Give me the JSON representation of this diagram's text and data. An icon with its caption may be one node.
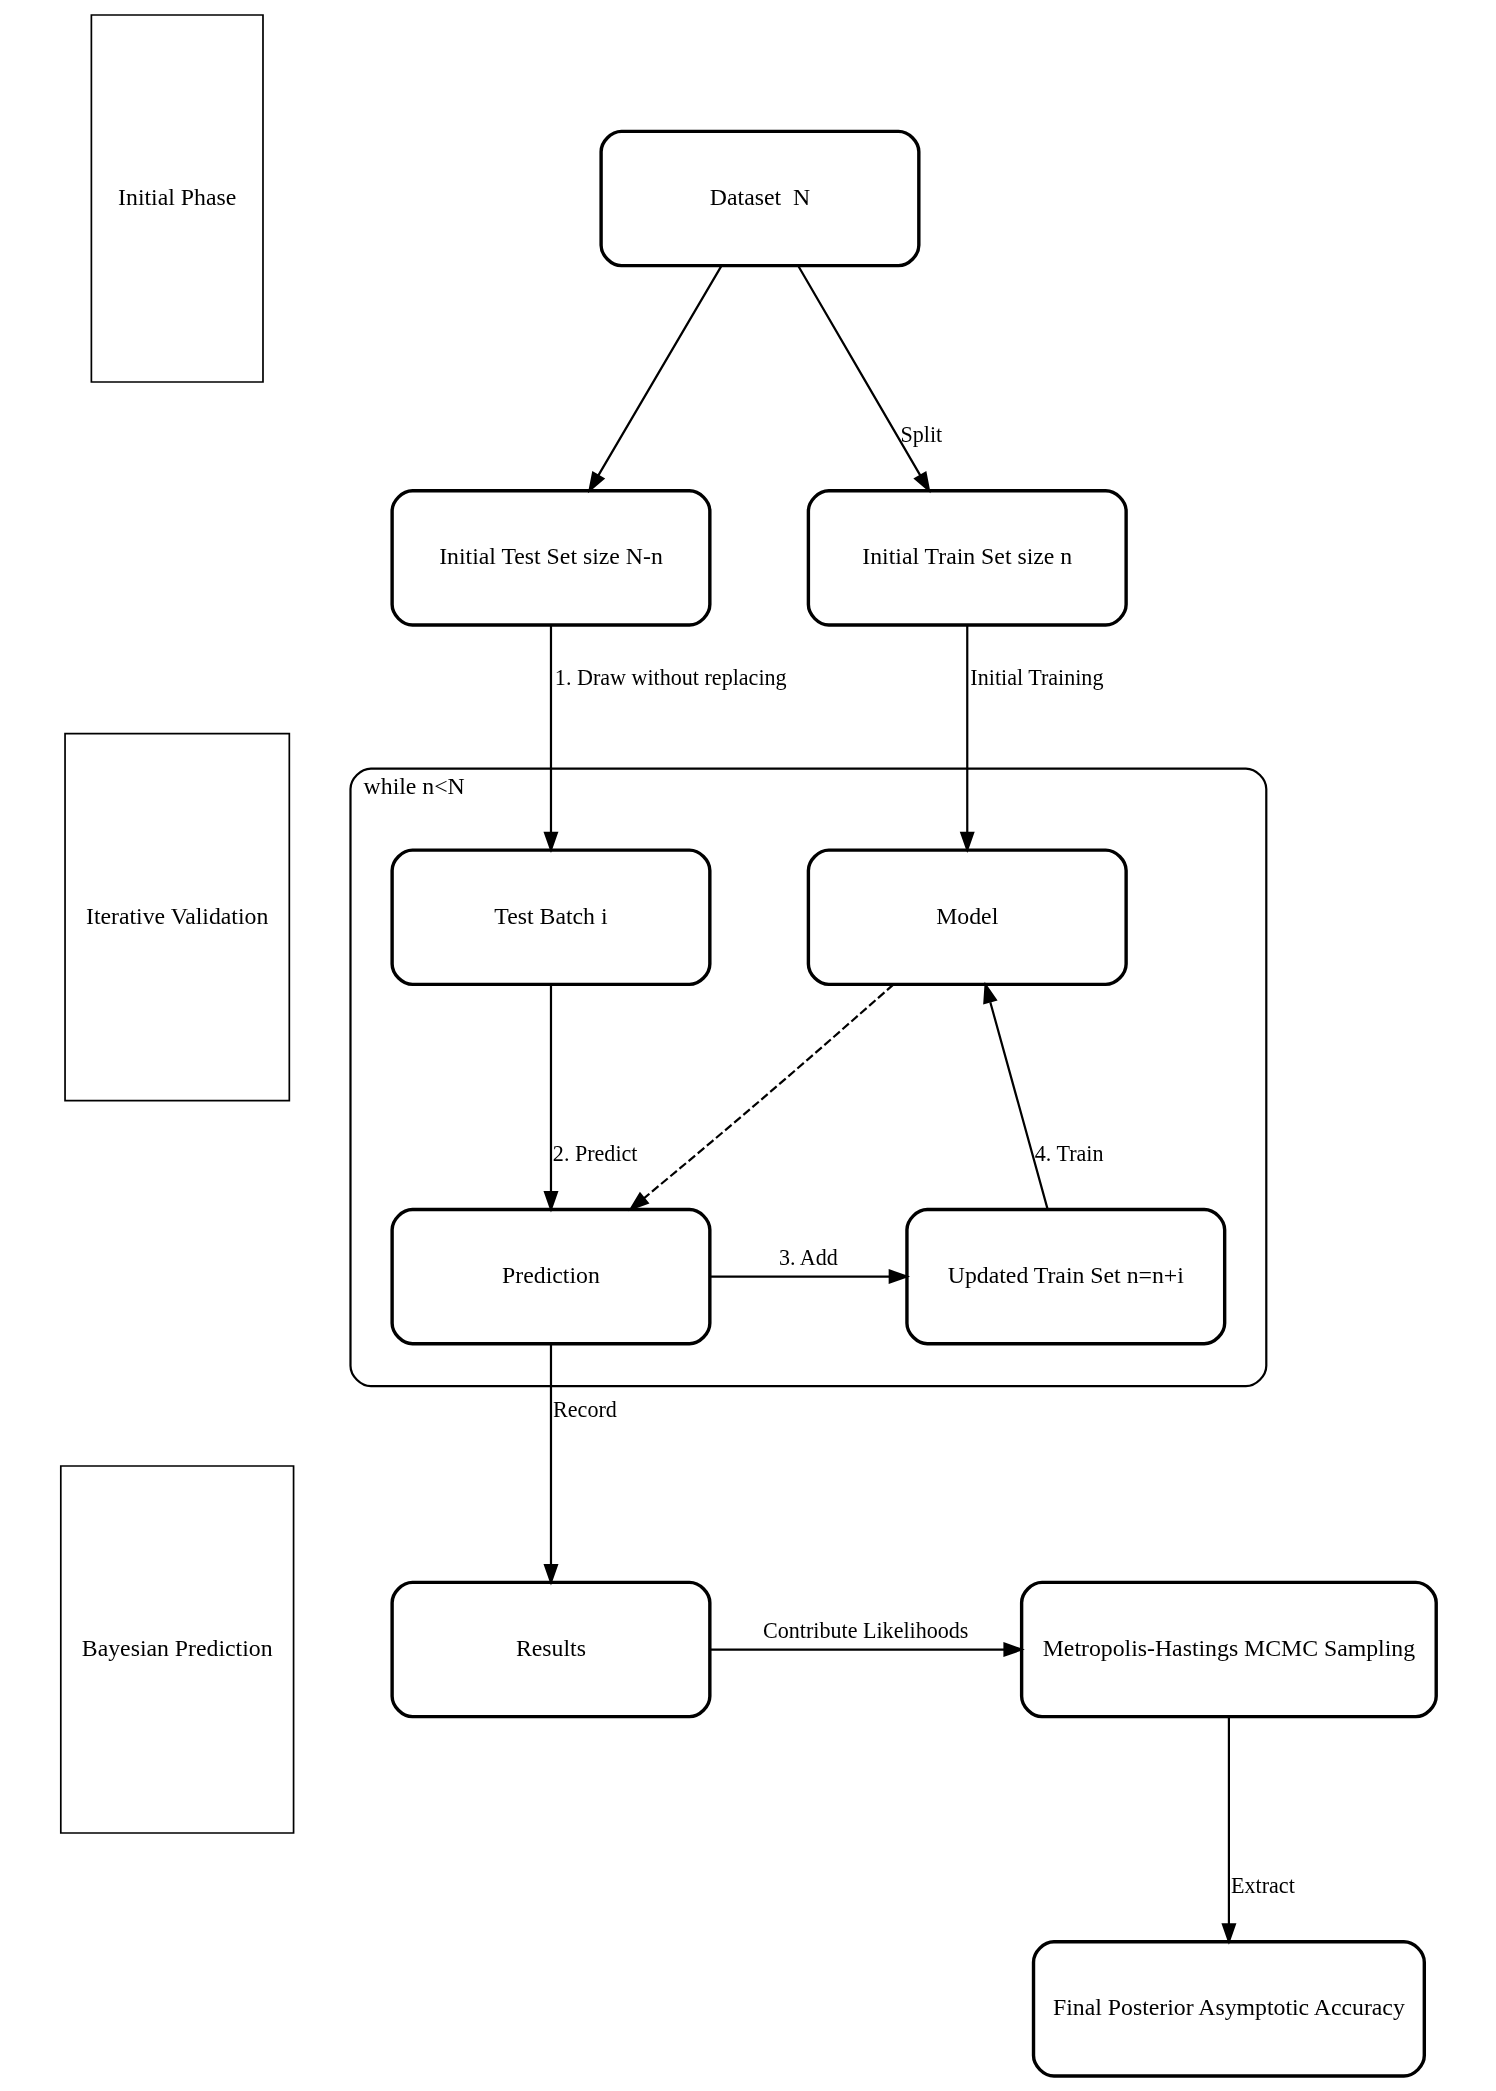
{
  "diagram": {
    "nodes": [
      {
        "text": [
          "Initial Phase"
        ]
      },
      {
        "text": [
          "Iterative Validation"
        ]
      },
      {
        "text": [
          "Bayesian Prediction"
        ]
      },
      {
        "text": [
          "Dataset  N"
        ]
      },
      {
        "text": [
          "Initial Train Set size n"
        ]
      },
      {
        "text": [
          "Initial Test Set size N-n"
        ]
      },
      {
        "text": [
          "while n<N"
        ]
      },
      {
        "text": [
          "Model"
        ],
        "in": 6
      },
      {
        "text": [
          "Test Batch i"
        ],
        "in": 6
      },
      {
        "text": [
          "Prediction"
        ],
        "in": 6
      },
      {
        "text": [
          "Updated Train Set n=n+i"
        ],
        "in": 6
      },
      {
        "text": [
          "Results"
        ]
      },
      {
        "text": [
          "Metropolis-Hastings MCMC Sampling"
        ]
      },
      {
        "text": [
          "Final Posterior Asymptotic Accuracy"
        ]
      }
    ],
    "edges": [
      {
        "from": 3,
        "to": 4,
        "arrow": "to",
        "label": "Split"
      },
      {
        "from": 3,
        "to": 5,
        "arrow": "to"
      },
      {
        "from": 4,
        "to": 7,
        "arrow": "to",
        "label": "Initial Training"
      },
      {
        "from": 5,
        "to": 8,
        "arrow": "to",
        "label": "1. Draw without replacing"
      },
      {
        "from": 7,
        "to": 9,
        "arrow": "to",
        "style": "dashed"
      },
      {
        "from": 8,
        "to": 9,
        "arrow": "to",
        "label": "2. Predict"
      },
      {
        "from": 9,
        "to": 10,
        "arrow": "to",
        "label": "3. Add"
      },
      {
        "from": 10,
        "to": 7,
        "arrow": "to",
        "label": "4. Train"
      },
      {
        "from": 9,
        "to": 11,
        "arrow": "to",
        "label": "Record"
      },
      {
        "from": 11,
        "to": 12,
        "arrow": "to",
        "label": "Contribute Likelihoods"
      },
      {
        "from": 12,
        "to": 13,
        "arrow": "to",
        "label": "Extract"
      }
    ]
  }
}
